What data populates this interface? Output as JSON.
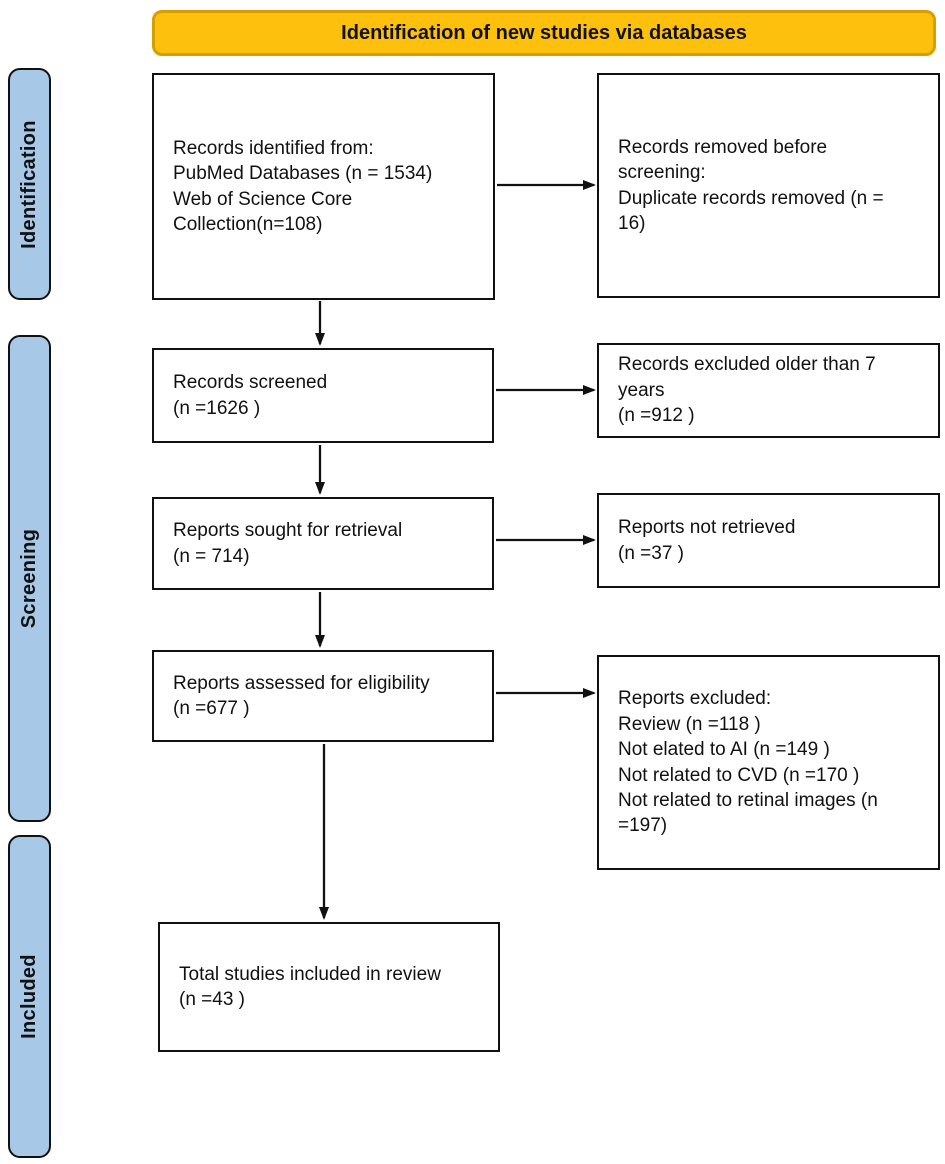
{
  "banner": {
    "label": "Identification of new studies via databases"
  },
  "colors": {
    "banner_fill": "#FCC00D",
    "banner_border": "#D79E00",
    "stage_fill": "#A8C8E8",
    "line_color": "#111111"
  },
  "stages": [
    {
      "label": "Identification"
    },
    {
      "label": "Screening"
    },
    {
      "label": "Included"
    }
  ],
  "boxes": {
    "records_identified": {
      "text": "Records identified from:\nPubMed Databases (n = 1534)\nWeb of Science Core\nCollection(n=108)"
    },
    "records_removed": {
      "text": "Records removed before\nscreening:\nDuplicate records removed  (n =\n16)"
    },
    "records_screened": {
      "text": "Records screened\n(n =1626 )"
    },
    "records_excluded_age": {
      "text": "Records excluded older than 7\nyears\n(n =912 )"
    },
    "reports_sought": {
      "text": "Reports sought for retrieval\n(n = 714)"
    },
    "reports_not_retrieved": {
      "text": "Reports not retrieved\n(n =37 )"
    },
    "reports_assessed": {
      "text": "Reports assessed for eligibility\n(n =677 )"
    },
    "reports_excluded": {
      "text": "Reports excluded:\nReview (n =118 )\nNot elated to AI (n =149 )\nNot related to CVD (n =170 )\nNot related to retinal images (n\n=197)"
    },
    "total_included": {
      "text": "Total studies included in review\n(n =43 )"
    }
  }
}
